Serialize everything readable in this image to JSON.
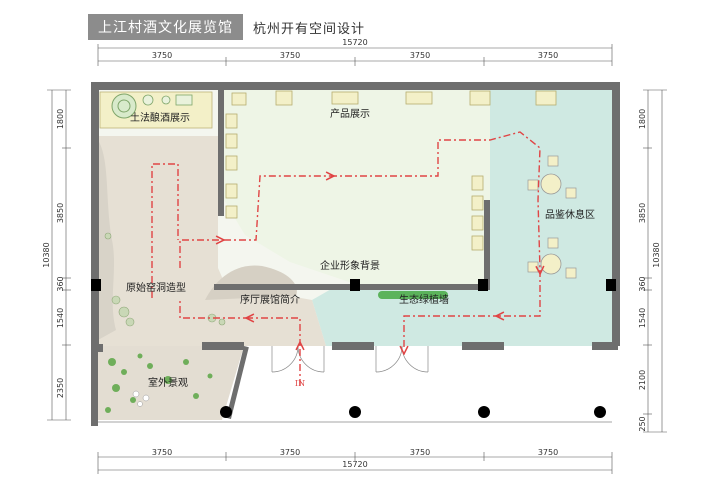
{
  "header": {
    "title": "上江村酒文化展览馆",
    "subtitle": "杭州开有空间设计"
  },
  "dimensions": {
    "overall": "15720",
    "spans": [
      "3750",
      "3750",
      "3750",
      "3750"
    ],
    "left_side": [
      "1800",
      "3850",
      "360",
      "1540",
      "2350"
    ],
    "right_side": [
      "1800",
      "3850",
      "360",
      "1540",
      "2100",
      "250"
    ],
    "total_height": "10380"
  },
  "zones": {
    "traditional_brewing": "土法酿酒展示",
    "product_display": "产品展示",
    "tasting_lounge": "品鉴休息区",
    "corporate_wall": "企业形象背景",
    "cave_style": "原始窑洞造型",
    "lobby": "序厅展馆简介",
    "green_wall": "生态绿植墙",
    "outdoor": "室外景观"
  },
  "entrance_label": "IN",
  "colors": {
    "wall": "#6e6e6e",
    "product_floor": "#eef5e6",
    "lounge_floor": "#cfe9e2",
    "lobby_floor": "#e6e0d4",
    "route": "#e04545",
    "green": "#5bb35b"
  }
}
